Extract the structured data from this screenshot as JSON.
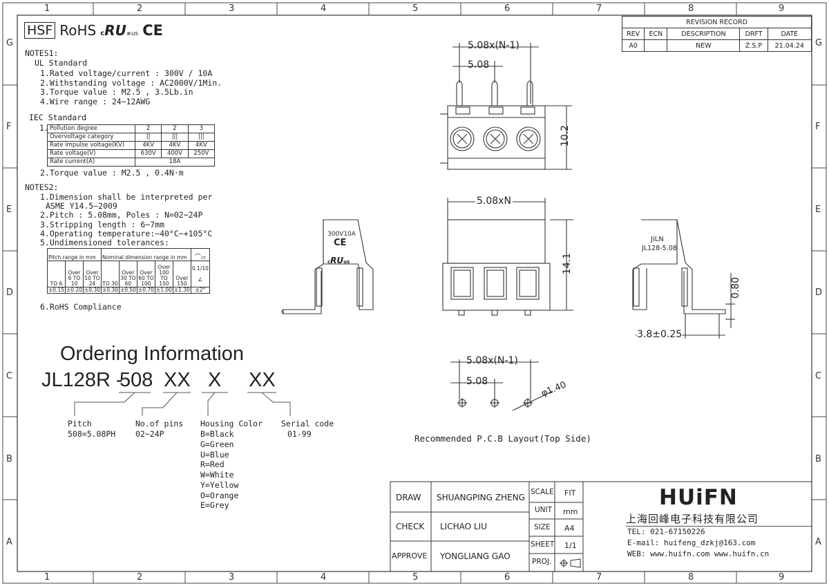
{
  "zones": {
    "columns": [
      "1",
      "2",
      "3",
      "4",
      "5",
      "6",
      "7",
      "8",
      "9"
    ],
    "rows": [
      "G",
      "F",
      "E",
      "D",
      "C",
      "B",
      "A"
    ]
  },
  "certs": {
    "hsf": "HSF",
    "rohs": "RoHS",
    "ul": "c",
    "ul_us": "us",
    "ce": "CE"
  },
  "notes1": {
    "title": "NOTES1:",
    "ul_title": "UL Standard",
    "ul_items": [
      "1.Rated voltage/current : 300V / 10A",
      "2.Withstanding voltage : AC2000V/1Min.",
      "3.Torque value : M2.5 , 3.5Lb.in",
      "4.Wire range : 24~12AWG"
    ],
    "iec_title": "IEC Standard",
    "iec_num": "1.",
    "iec_table": [
      [
        "Pollution degree",
        "2",
        "2",
        "3"
      ],
      [
        "Overvoltage category",
        "||",
        "|||",
        "|||"
      ],
      [
        "Rate impulse voltage(KV)",
        "4KV",
        "4KV",
        "4KV"
      ],
      [
        "Rate voltage(V)",
        "630V",
        "400V",
        "250V"
      ],
      [
        "Rate current(A)",
        "18A"
      ]
    ],
    "iec_torque": "2.Torque value : M2.5 , 0.4N·m"
  },
  "notes2": {
    "title": "NOTES2:",
    "items": [
      "1.Dimension shall be interpreted per",
      "ASME Y14.5—2009",
      "2.Pitch : 5.08mm, Poles : N=02~24P",
      "3.Stripping length : 6~7mm",
      "4.Operating temperature:—40°C~+105°C",
      "5.Undimensioned tolerances:"
    ],
    "tol_headers": [
      "Pitch range in mm",
      "Nominal dimension range in mm"
    ],
    "tol_ranges": [
      "TO 6",
      "Over 6 TO 10",
      "Over 10 TO 24",
      "TO 30",
      "Over 30 TO 60",
      "Over 60 TO 100",
      "Over 100 TO 150",
      "Over 150"
    ],
    "tol_values": [
      "±0.15",
      "±0.20",
      "±0.30",
      "±0.30",
      "±0.50",
      "±0.70",
      "±1.00",
      "±1.30"
    ],
    "tol_angle_head": "0.1/10",
    "tol_angle": "±2°",
    "rohs": "6.RoHS Compliance"
  },
  "ordering": {
    "title": "Ordering Information",
    "part_prefix": "JL128R -",
    "part_pitch": "508",
    "part_pins": "XX",
    "part_color": "X",
    "part_serial": "XX",
    "pitch_label": "Pitch",
    "pitch_value": "508=5.08PH",
    "pins_label": "No.of pins",
    "pins_value": "02~24P",
    "color_label": "Housing Color",
    "colors": [
      "B=Black",
      "G=Green",
      "U=Blue",
      "R=Red",
      "W=White",
      "Y=Yellow",
      "O=Orange",
      "E=Grey"
    ],
    "serial_label": "Serial code",
    "serial_value": "01-99"
  },
  "dims": {
    "top_pitch_n": "5.08x(N-1)",
    "top_pitch": "5.08",
    "height_side": "10.2",
    "front_width": "5.08xN",
    "front_height": "14.1",
    "pin_thk": "0.80",
    "pin_len": "3.8±0.25",
    "pcb_pitch_n": "5.08x(N-1)",
    "pcb_pitch": "5.08",
    "hole": "φ1.40",
    "pcb_caption": "Recommended P.C.B Layout(Top Side)"
  },
  "side_left": {
    "rating": "300V10A",
    "ce": "CE",
    "ul": "c",
    "ul_us": "us"
  },
  "side_right": {
    "brand": "JiLN",
    "model": "JL128-5.08"
  },
  "revision": {
    "title": "REVISION RECORD",
    "headers": [
      "REV",
      "ECN",
      "DESCRIPTION",
      "DRFT",
      "DATE"
    ],
    "row": [
      "A0",
      "",
      "NEW",
      "Z.S.P",
      "21.04.24"
    ]
  },
  "title_block": {
    "draw_label": "DRAW",
    "draw_name": "SHUANGPING ZHENG",
    "check_label": "CHECK",
    "check_name": "LICHAO  LIU",
    "approve_label": "APPROVE",
    "approve_name": "YONGLIANG GAO",
    "scale_label": "SCALE",
    "scale_value": "FIT",
    "unit_label": "UNIT",
    "unit_value": "mm",
    "size_label": "SIZE",
    "size_value": "A4",
    "sheet_label": "SHEET",
    "sheet_value": "1/1",
    "proj_label": "PROJ."
  },
  "company": {
    "logo": "HUiFN",
    "name_cn": "上海回峰电子科技有限公司",
    "tel": "TEL: 021-67150226",
    "email": "E-mail: huifeng_dzkj@163.com",
    "web": "WEB: www.huifn.com  www.huifn.cn"
  }
}
